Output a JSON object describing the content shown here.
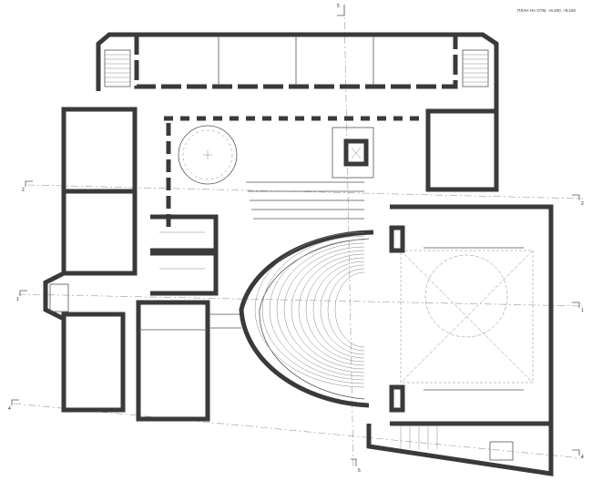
{
  "title": "ПЛАН НА ОТМ. +8.400, +9.150",
  "axes": {
    "top": "5",
    "bottom": "5",
    "left": [
      "2",
      "1",
      "4"
    ],
    "right": [
      "2",
      "1",
      "4"
    ]
  },
  "colors": {
    "wall": "#3a3a3a",
    "line": "#555555",
    "grid": "#999999"
  }
}
